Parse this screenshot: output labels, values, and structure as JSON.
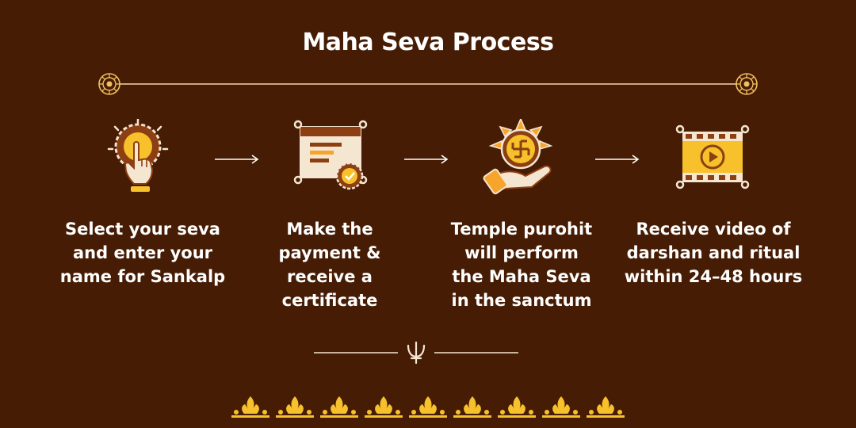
{
  "title": "Maha Seva Process",
  "colors": {
    "background": "#461c04",
    "accent": "#f6c12b",
    "cream": "#f5e6d2",
    "brown": "#8c3f12"
  },
  "steps": [
    {
      "icon": "finger-tap-icon",
      "text_lines": [
        "Select your seva",
        "and enter your",
        "name for Sankalp"
      ]
    },
    {
      "icon": "certificate-icon",
      "text_lines": [
        "Make the",
        "payment &",
        "receive a",
        "certificate"
      ]
    },
    {
      "icon": "swastika-offering-icon",
      "text_lines": [
        "Temple purohit",
        "will perform",
        "the Maha Seva",
        "in the sanctum"
      ]
    },
    {
      "icon": "video-film-icon",
      "text_lines": [
        "Receive video of",
        "darshan and ritual",
        "within 24–48 hours"
      ]
    }
  ]
}
